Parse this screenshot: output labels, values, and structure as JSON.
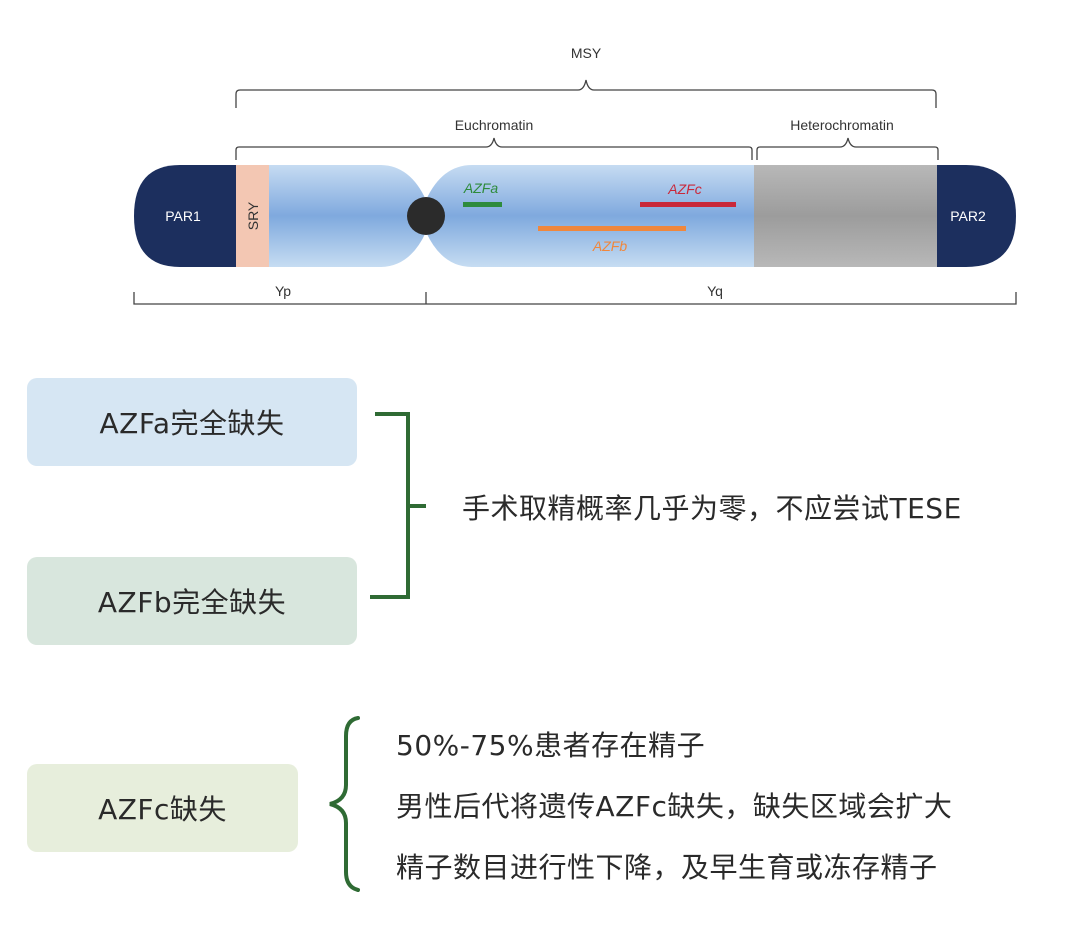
{
  "diagram": {
    "msy": "MSY",
    "euchromatin": "Euchromatin",
    "heterochromatin": "Heterochromatin",
    "par1": "PAR1",
    "sry": "SRY",
    "par2": "PAR2",
    "azfa": "AZFa",
    "azfb": "AZFb",
    "azfc": "AZFc",
    "yp": "Yp",
    "yq": "Yq"
  },
  "colors": {
    "par": "#1c2f5e",
    "sry": "#f3c7b3",
    "arm_light": "#b9d3ee",
    "arm_mid": "#84aee0",
    "heterochromatin": "#a9a9a9",
    "centromere": "#2b2b2b",
    "azfa": "#2e8b3c",
    "azfb": "#f0873c",
    "azfc": "#c9283a",
    "bracket_green": "#2f6b34"
  },
  "boxes": {
    "azfa_complete": "AZFa完全缺失",
    "azfb_complete": "AZFb完全缺失",
    "azfc": "AZFc缺失"
  },
  "conclusion": "手术取精概率几乎为零，不应尝试TESE",
  "azfc_facts": [
    "50%-75%患者存在精子",
    "男性后代将遗传AZFc缺失，缺失区域会扩大",
    "精子数目进行性下降，及早生育或冻存精子"
  ]
}
